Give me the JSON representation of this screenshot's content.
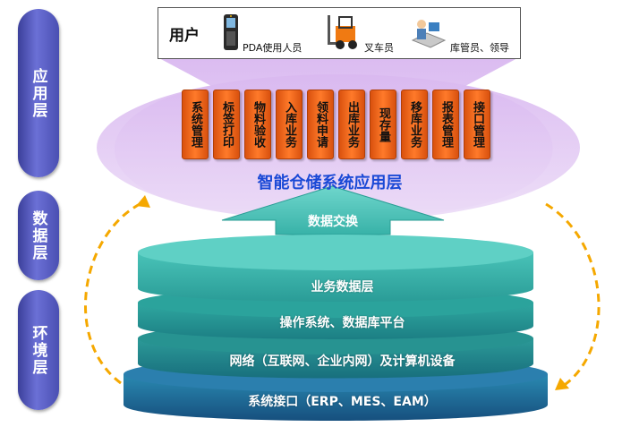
{
  "layers": [
    "应用层",
    "数据层",
    "环境层"
  ],
  "users": {
    "title": "用户",
    "items": [
      {
        "label": "PDA使用人员",
        "icon": "pda-icon"
      },
      {
        "label": "叉车员",
        "icon": "forklift-icon"
      },
      {
        "label": "库管员、领导",
        "icon": "manager-icon"
      }
    ]
  },
  "modules": [
    "系统管理",
    "标签打印",
    "物料验收",
    "入库业务",
    "领料申请",
    "出库业务",
    "现存量",
    "移库业务",
    "报表管理",
    "接口管理"
  ],
  "app_layer_title": "智能仓储系统应用层",
  "exchange_label": "数据交换",
  "stack": [
    "业务数据层",
    "操作系统、数据库平台",
    "网络（互联网、企业内网）及计算机设备",
    "系统接口（ERP、MES、EAM）"
  ],
  "colors": {
    "pill": "#4a4fb2",
    "module": "#ff7a2a",
    "ellipse": "#e4c8f5",
    "cylinder_light": "#3fb8b0",
    "cylinder_dark": "#1e6e9a",
    "arrow_dashed": "#f5a800",
    "title": "#1a49d6"
  }
}
